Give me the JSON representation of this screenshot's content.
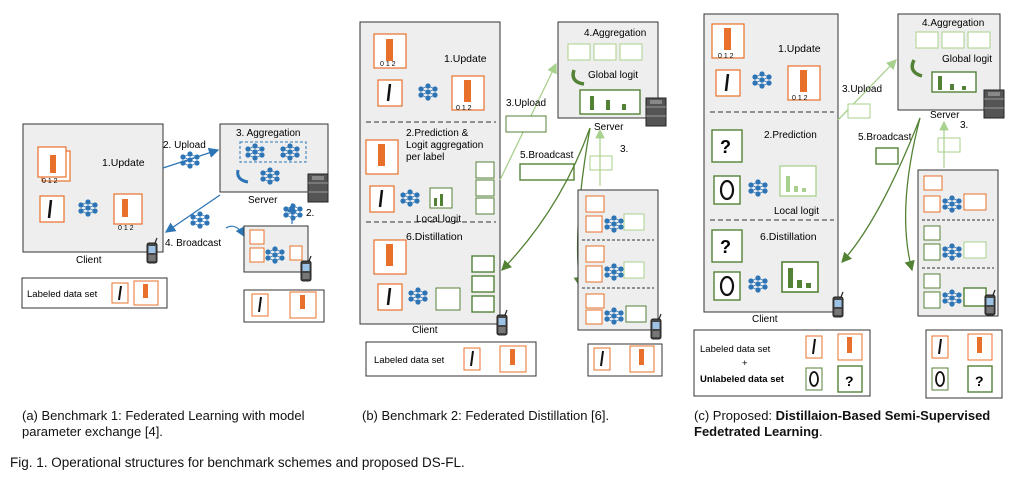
{
  "panel_a": {
    "update": "1.Update",
    "upload": "2. Upload",
    "aggregation": "3. Aggregation",
    "server": "Server",
    "broadcast": "4. Broadcast",
    "step2": "2.",
    "client": "Client",
    "labeled": "Labeled data set",
    "ticks": "0 1 2",
    "caption": "(a)  Benchmark  1:  Federated  Learning  with model parameter exchange [4]."
  },
  "panel_b": {
    "update": "1.Update",
    "prediction_line1": "2.Prediction &",
    "prediction_line2": "Logit aggregation",
    "prediction_line3": "per label",
    "local_logit": "Local logit",
    "distillation": "6.Distillation",
    "upload": "3.Upload",
    "broadcast": "5.Broadcast",
    "aggregation": "4.Aggregation",
    "global_logit": "Global logit",
    "server": "Server",
    "step3": "3.",
    "client": "Client",
    "labeled": "Labeled data set",
    "ticks": "0 1 2",
    "caption": "(b)  Benchmark 2: Federated Distillation [6]."
  },
  "panel_c": {
    "update": "1.Update",
    "prediction": "2.Prediction",
    "local_logit": "Local logit",
    "distillation": "6.Distillation",
    "upload": "3.Upload",
    "broadcast": "5.Broadcast",
    "aggregation": "4.Aggregation",
    "global_logit": "Global logit",
    "server": "Server",
    "step3": "3.",
    "client": "Client",
    "labeled": "Labeled data set",
    "plus": "+",
    "unlabeled": "Unlabeled data set",
    "question": "?",
    "ticks": "0 1 2",
    "caption_prefix": "(c)    Proposed:",
    "caption_bold": "Distillaion-Based Semi-Supervised Fedetrated Learning",
    "caption_suffix": "."
  },
  "figure_caption": "Fig. 1.  Operational structures for benchmark schemes and proposed DS-FL.",
  "colors": {
    "orange": "#e8702a",
    "orange_light": "#f4b183",
    "green": "#548235",
    "green_light": "#a9d18e",
    "blue": "#2e75b6",
    "box_fill": "#eeeeee"
  }
}
